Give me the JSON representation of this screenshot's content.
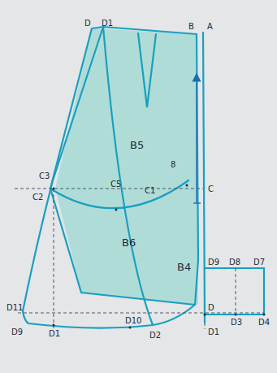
{
  "diagram": {
    "labels": [
      "D",
      "D1",
      "B",
      "A",
      "B5",
      "C3",
      "C5",
      "C2",
      "C1",
      "8",
      "C",
      "B6",
      "B4",
      "D9",
      "D8",
      "D7",
      "D11",
      "D",
      "D3",
      "D4",
      "D9",
      "D1",
      "D10",
      "D2",
      "D1"
    ]
  }
}
